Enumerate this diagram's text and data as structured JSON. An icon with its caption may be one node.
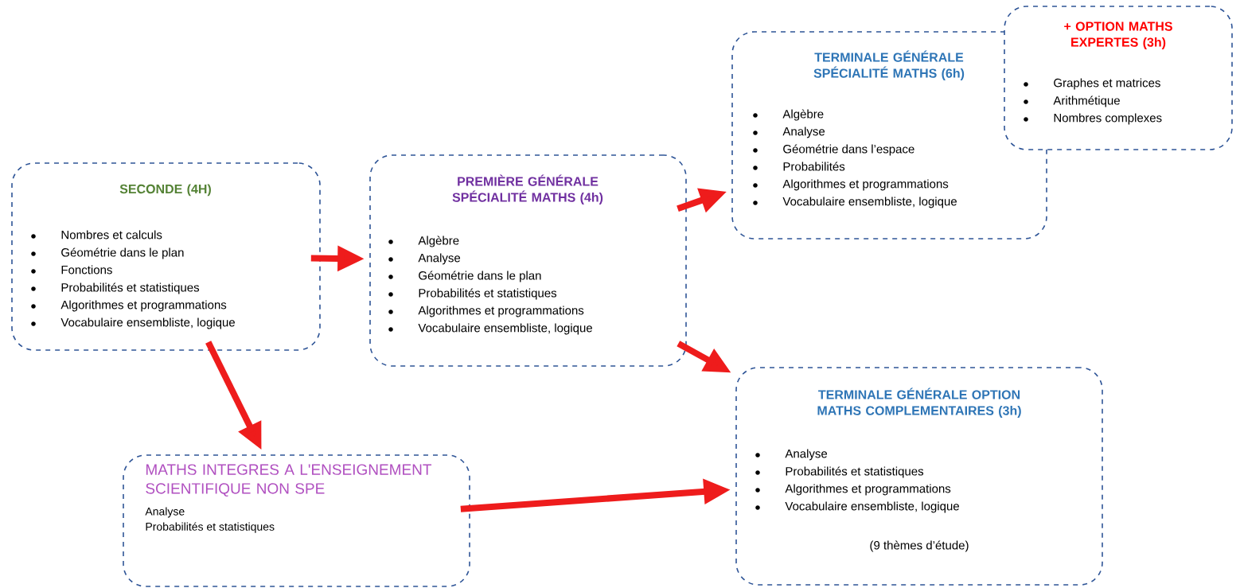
{
  "diagram": {
    "nodes": [
      {
        "text": [
          "SECONDE (4H)",
          "Nombres et calculs",
          "Géométrie dans le plan",
          "Fonctions",
          "Probabilités et statistiques",
          "Algorithmes et programmations",
          "Vocabulaire ensembliste, logique"
        ]
      },
      {
        "text": [
          "PREMIÈRE GÉNÉRALE SPÉCIALITÉ MATHS (4h)",
          "Algèbre",
          "Analyse",
          "Géométrie dans le plan",
          "Probabilités et statistiques",
          "Algorithmes et programmations",
          "Vocabulaire ensembliste, logique"
        ]
      },
      {
        "text": [
          "TERMINALE GÉNÉRALE SPÉCIALITÉ MATHS (6h)",
          "Algèbre",
          "Analyse",
          "Géométrie dans l’espace",
          "Probabilités",
          "Algorithmes et programmations",
          "Vocabulaire ensembliste, logique"
        ]
      },
      {
        "text": [
          "+ OPTION MATHS EXPERTES (3h)",
          "Graphes et matrices",
          "Arithmétique",
          "Nombres complexes"
        ]
      },
      {
        "text": [
          "TERMINALE GÉNÉRALE OPTION MATHS COMPLEMENTAIRES (3h)",
          "Analyse",
          "Probabilités et statistiques",
          "Algorithmes et programmations",
          "Vocabulaire ensembliste, logique",
          "(9 thèmes d’étude)"
        ]
      },
      {
        "text": [
          "MATHS INTEGRES A L'ENSEIGNEMENT SCIENTIFIQUE NON SPE",
          "Analyse",
          "Probabilités et statistiques"
        ]
      }
    ],
    "edges": [
      {
        "from": 0,
        "to": 1,
        "arrow": "to"
      },
      {
        "from": 1,
        "to": 2,
        "arrow": "to"
      },
      {
        "from": 1,
        "to": 4,
        "arrow": "to"
      },
      {
        "from": 0,
        "to": 5,
        "arrow": "to"
      },
      {
        "from": 5,
        "to": 4,
        "arrow": "to"
      }
    ]
  }
}
